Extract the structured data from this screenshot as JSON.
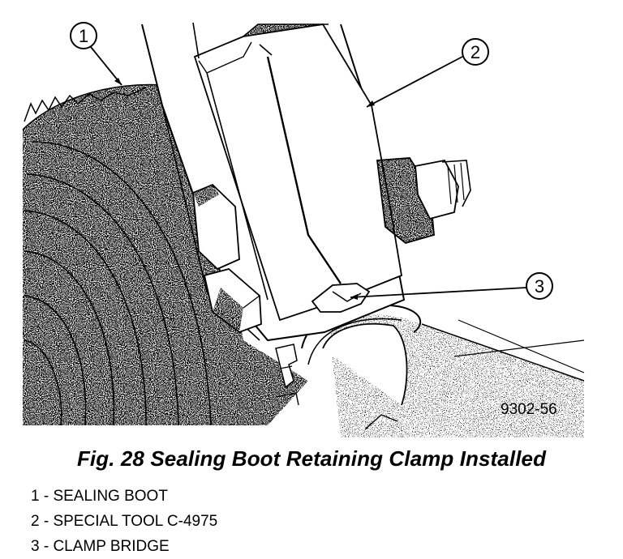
{
  "callouts": [
    {
      "number": "1",
      "name": "SEALING BOOT"
    },
    {
      "number": "2",
      "name": "SPECIAL TOOL C-4975"
    },
    {
      "number": "3",
      "name": "CLAMP BRIDGE"
    }
  ],
  "figure_code": "9302-56",
  "caption": "Fig. 28 Sealing Boot Retaining Clamp Installed",
  "legend": [
    "1 - SEALING BOOT",
    "2 - SPECIAL TOOL C-4975",
    "3 - CLAMP BRIDGE"
  ]
}
